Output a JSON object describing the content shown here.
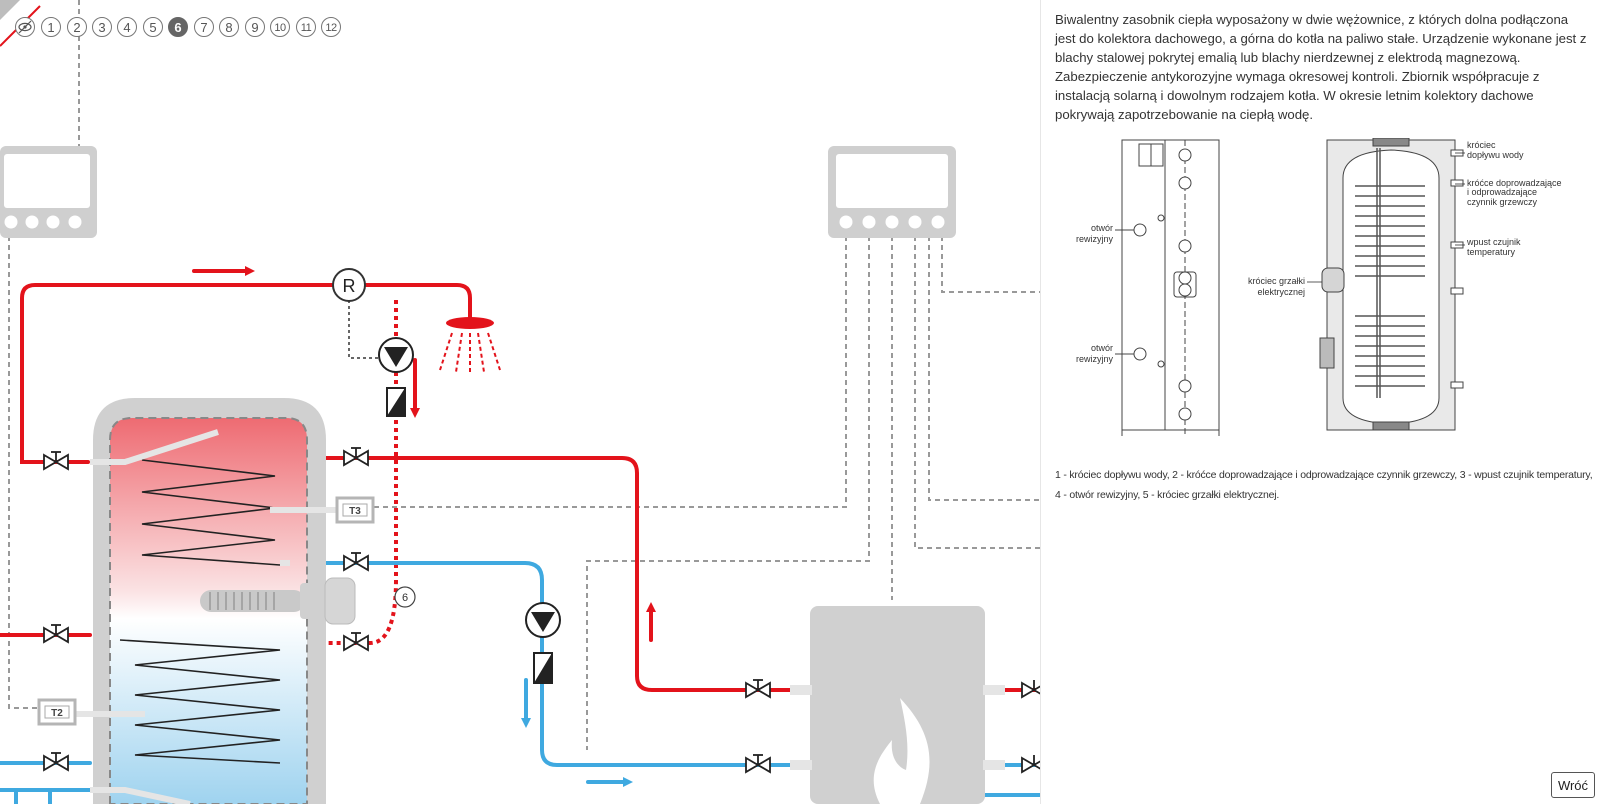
{
  "navigation": {
    "visibility_icon": "eye-off-icon",
    "steps": [
      "1",
      "2",
      "3",
      "4",
      "5",
      "6",
      "7",
      "8",
      "9",
      "10",
      "11",
      "12"
    ],
    "active_step": "6"
  },
  "diagram": {
    "sensor_labels": {
      "t3": "T3",
      "t2": "T2"
    },
    "regulator_label": "R",
    "marker_label": "6",
    "colors": {
      "hot": "#e3131b",
      "cold": "#3fa9e0",
      "equipment": "#cfcfcf",
      "control": "#999999"
    }
  },
  "panel": {
    "description": "Biwalentny zasobnik ciepła wyposażony w dwie wężownice, z których dolna podłączona jest do kolektora dachowego, a górna do kotła na paliwo stałe. Urządzenie wykonane jest z blachy stalowej pokrytej emalią lub blachy nierdzewnej z elektrodą magnezową. Zabezpieczenie antykorozyjne wymaga okresowej kontroli. Zbiornik współpracuje z instalacją solarną i dowolnym rodzajem kotła. W okresie letnim kolektory dachowe pokrywają zapotrzebowanie na ciepłą wodę.",
    "drawing_labels": {
      "otwor_1": [
        "otwór",
        "rewizyjny"
      ],
      "otwor_2": [
        "otwór",
        "rewizyjny"
      ],
      "kruciec_grzalki": [
        "króciec grzałki",
        "elektrycznej"
      ],
      "kruciec_doplywu": [
        "króciec",
        "dopływu wody"
      ],
      "krocce_doprow": [
        "króćce doprowadzające",
        "i odprowadzające",
        "czynnik grzewczy"
      ],
      "wpust": [
        "wpust czujnik",
        "temperatury"
      ]
    },
    "caption": [
      "1 - króciec dopływu wody, 2 - króćce doprowadzające i odprowadzające czynnik grzewczy, 3 - wpust czujnik temperatury,",
      "4 - otwór rewizyjny, 5 - króciec grzałki elektrycznej."
    ],
    "back_label": "Wróć"
  }
}
